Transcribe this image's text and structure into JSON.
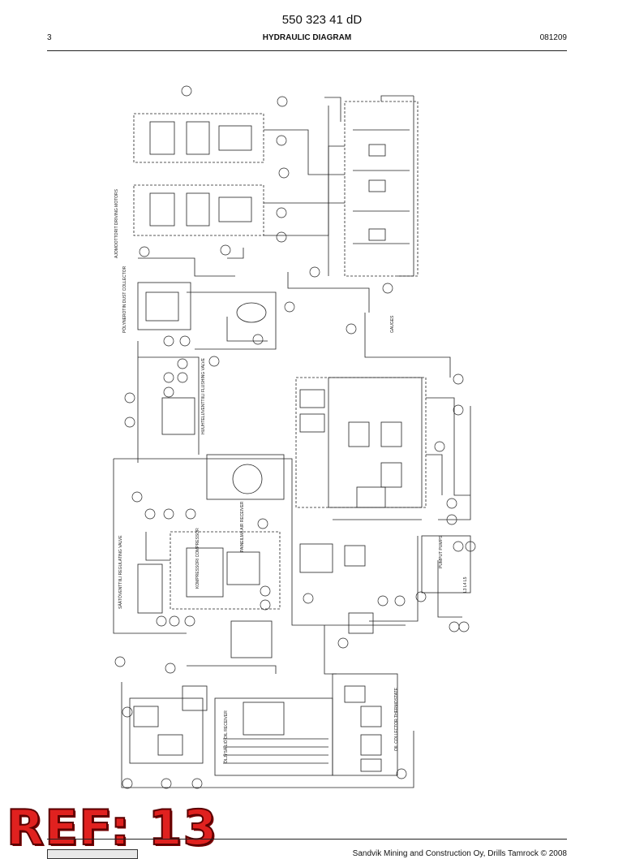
{
  "document": {
    "number": "550 323 41 dD",
    "page": "3",
    "title": "HYDRAULIC DIAGRAM",
    "date": "081209"
  },
  "diagram": {
    "labels": {
      "drive_motors": "AJOMOOTTORIT DRIVING MOTORS",
      "dust_collector": "PÖLYNEROTIN DUST COLLECTOR",
      "flushing_valve": "HUUHTELUVENTTIILI FLUSHING VALVE",
      "air_receiver": "PAINEILMA AIR RECEIVER",
      "compressor": "KOMPRESSORI COMPRESSOR",
      "regulating_valve": "SÄÄTÖVENTTIILI REGULATING VALVE",
      "gauges": "GAUGES",
      "oil_receiver": "ÖLJYSÄILIÖ OIL RECEIVER",
      "oil_collector": "OIL COLLECTOR THERMOSTATE",
      "pumps": "PUMPUT PUMPS",
      "ports": "L3 L4 L5"
    }
  },
  "footer": {
    "text": "Sandvik Mining and Construction Oy, Drills Tamrock © 2008"
  },
  "stamp": {
    "text": "REF: 13"
  },
  "colors": {
    "line": "#222222",
    "stamp": "#e0211f"
  }
}
